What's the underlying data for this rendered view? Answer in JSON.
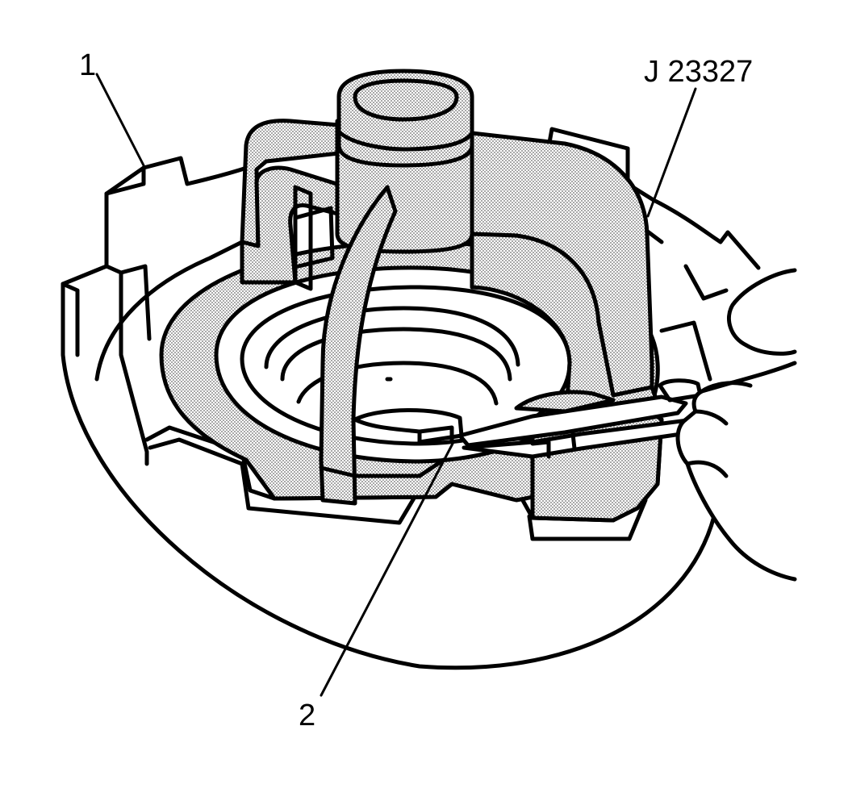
{
  "callouts": {
    "item_1": "1",
    "item_2": "2",
    "tool": "J 23327"
  },
  "colors": {
    "line": "#000000",
    "fill_shaded": "#b5b5b5",
    "background": "#ffffff"
  }
}
